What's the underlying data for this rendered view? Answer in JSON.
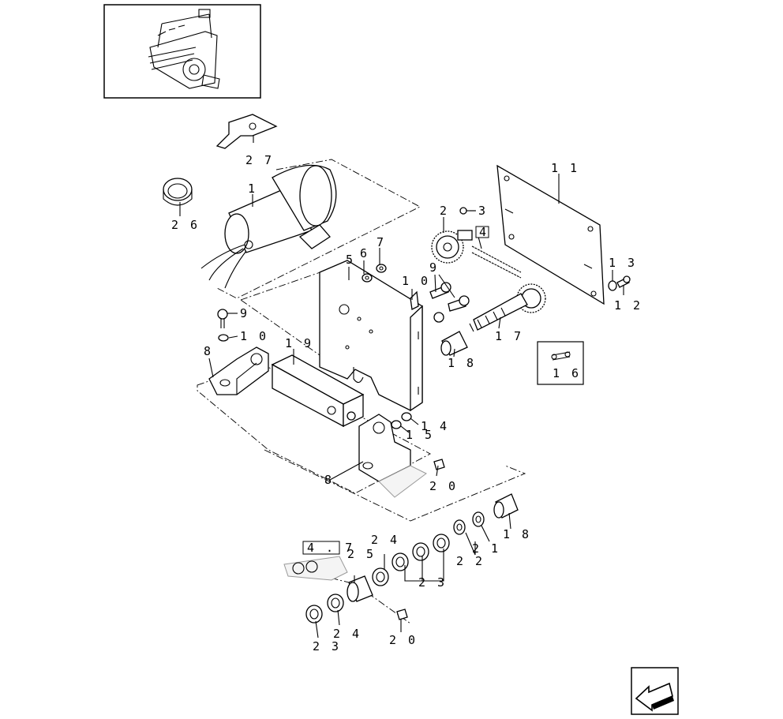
{
  "thumbnail": {
    "icon": "baler-assembly-thumbnail"
  },
  "nav": {
    "icon": "previous-page-arrow-icon"
  },
  "reference_boxes": [
    {
      "id": "ref-4",
      "text": "4"
    },
    {
      "id": "ref-4-7",
      "text": "4 . 7"
    }
  ],
  "callouts": [
    {
      "id": "c27",
      "text": "2 7"
    },
    {
      "id": "c26",
      "text": "2 6"
    },
    {
      "id": "c1",
      "text": "1"
    },
    {
      "id": "c11",
      "text": "1 1"
    },
    {
      "id": "c2",
      "text": "2"
    },
    {
      "id": "c3",
      "text": "3"
    },
    {
      "id": "c5",
      "text": "5"
    },
    {
      "id": "c6",
      "text": "6"
    },
    {
      "id": "c7",
      "text": "7"
    },
    {
      "id": "c13",
      "text": "1 3"
    },
    {
      "id": "c12",
      "text": "1 2"
    },
    {
      "id": "c10a",
      "text": "1 0"
    },
    {
      "id": "c9a",
      "text": "9"
    },
    {
      "id": "c9b",
      "text": "9"
    },
    {
      "id": "c10b",
      "text": "1 0"
    },
    {
      "id": "c19",
      "text": "1 9"
    },
    {
      "id": "c8a",
      "text": "8"
    },
    {
      "id": "c17",
      "text": "1 7"
    },
    {
      "id": "c18a",
      "text": "1 8"
    },
    {
      "id": "c16",
      "text": "1 6"
    },
    {
      "id": "c14",
      "text": "1 4"
    },
    {
      "id": "c15",
      "text": "1 5"
    },
    {
      "id": "c8b",
      "text": "8"
    },
    {
      "id": "c20a",
      "text": "2 0"
    },
    {
      "id": "c18b",
      "text": "1 8"
    },
    {
      "id": "c21",
      "text": "2 1"
    },
    {
      "id": "c22",
      "text": "2 2"
    },
    {
      "id": "c23a",
      "text": "2 3"
    },
    {
      "id": "c24a",
      "text": "2 4"
    },
    {
      "id": "c25",
      "text": "2 5"
    },
    {
      "id": "c24b",
      "text": "2 4"
    },
    {
      "id": "c23b",
      "text": "2 3"
    },
    {
      "id": "c20b",
      "text": "2 0"
    }
  ]
}
